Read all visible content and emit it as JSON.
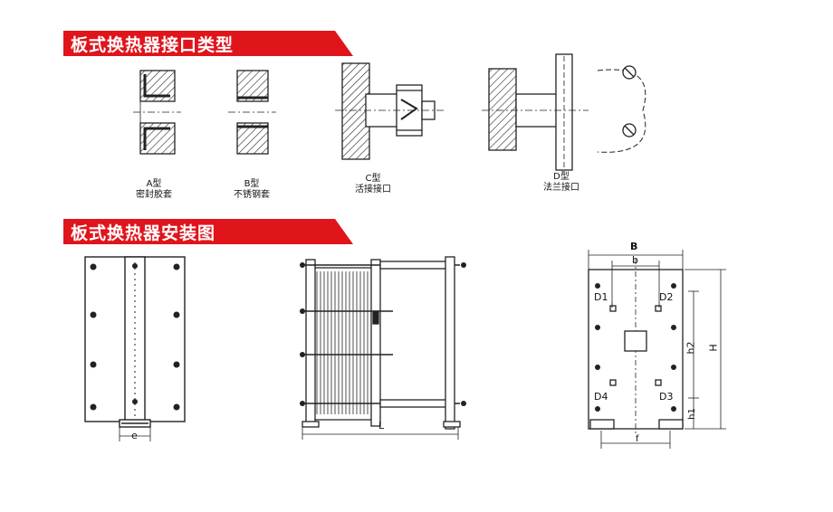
{
  "sections": {
    "connection_types": {
      "title": "板式换热器接口类型"
    },
    "installation": {
      "title": "板式换热器安装图"
    }
  },
  "connections": [
    {
      "code": "A型",
      "name": "密封胶套"
    },
    {
      "code": "B型",
      "name": "不锈钢套"
    },
    {
      "code": "C型",
      "name": "活接接口"
    },
    {
      "code": "D型",
      "name": "法兰接口"
    }
  ],
  "dimensions": {
    "e": "e",
    "L": "L",
    "B": "B",
    "b": "b",
    "D1": "D1",
    "D2": "D2",
    "D3": "D3",
    "D4": "D4",
    "h1": "h1",
    "h2": "h2",
    "H": "H",
    "f": "f"
  },
  "colors": {
    "banner": "#e0141b",
    "line": "#222222"
  }
}
